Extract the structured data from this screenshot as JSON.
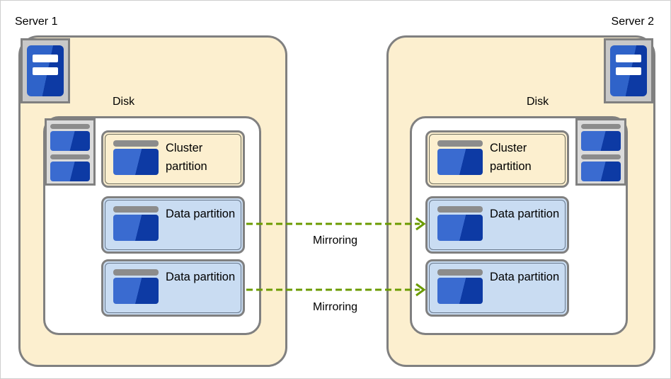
{
  "servers": [
    {
      "label": "Server 1",
      "disk_label": "Disk",
      "partitions": [
        {
          "label": "Cluster partition",
          "type": "cluster"
        },
        {
          "label": "Data partition",
          "type": "data"
        },
        {
          "label": "Data partition",
          "type": "data"
        }
      ]
    },
    {
      "label": "Server 2",
      "disk_label": "Disk",
      "partitions": [
        {
          "label": "Cluster partition",
          "type": "cluster"
        },
        {
          "label": "Data partition",
          "type": "data"
        },
        {
          "label": "Data partition",
          "type": "data"
        }
      ]
    }
  ],
  "arrows": [
    {
      "label": "Mirroring"
    },
    {
      "label": "Mirroring"
    }
  ],
  "colors": {
    "server_fill": "#FCEFCF",
    "disk_fill": "#FFFFFF",
    "cluster_partition_fill": "#FCEFCF",
    "data_partition_fill": "#C9DCF2",
    "border_gray": "#808080",
    "arrow_green": "#6B9B00",
    "icon_blue_light": "#3A6BD0",
    "icon_blue_dark": "#0D3AA4",
    "icon_gray_bar": "#8C8C8C"
  }
}
